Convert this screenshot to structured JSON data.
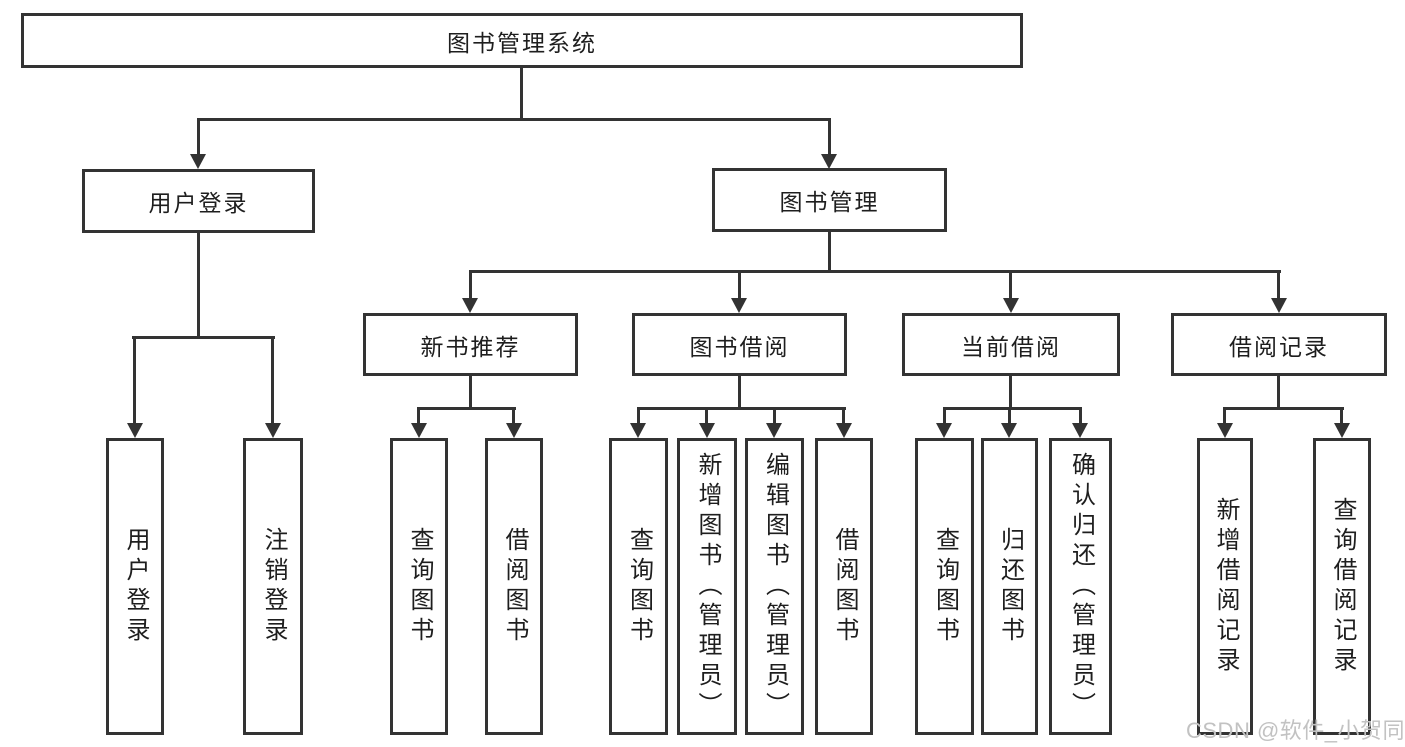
{
  "root": {
    "label": "图书管理系统"
  },
  "branches": {
    "user_login": {
      "label": "用户登录"
    },
    "book_management": {
      "label": "图书管理"
    }
  },
  "sections": {
    "new_book_recommend": {
      "label": "新书推荐"
    },
    "book_borrowing": {
      "label": "图书借阅"
    },
    "current_borrowing": {
      "label": "当前借阅"
    },
    "borrowing_records": {
      "label": "借阅记录"
    }
  },
  "leaves": {
    "user_login": [
      "用户登录",
      "注销登录"
    ],
    "new_book_recommend": [
      "查询图书",
      "借阅图书"
    ],
    "book_borrowing": [
      "查询图书",
      "新增图书（管理员）",
      "编辑图书（管理员）",
      "借阅图书"
    ],
    "current_borrowing": [
      "查询图书",
      "归还图书",
      "确认归还（管理员）"
    ],
    "borrowing_records": [
      "新增借阅记录",
      "查询借阅记录"
    ]
  },
  "watermark": "CSDN @软件_小贺同学",
  "colors": {
    "line": "#333333",
    "text": "#1e1e1e",
    "watermark": "#c2c2c2",
    "background": "#ffffff"
  }
}
